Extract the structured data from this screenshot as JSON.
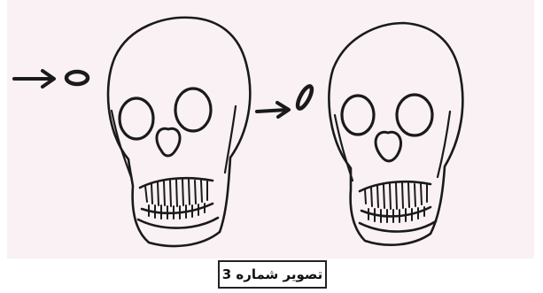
{
  "caption": {
    "text": "تصویر شماره 3"
  },
  "illustration": {
    "left_skull": "skull-illustration",
    "right_skull": "skull-illustration",
    "left_marker": "arrow-pointing-to-oval",
    "right_marker": "arrow-pointing-to-tilted-oval"
  },
  "colors": {
    "panel_background": "#f9f1f4",
    "ink": "#1a1a1a",
    "border": "#222222"
  }
}
